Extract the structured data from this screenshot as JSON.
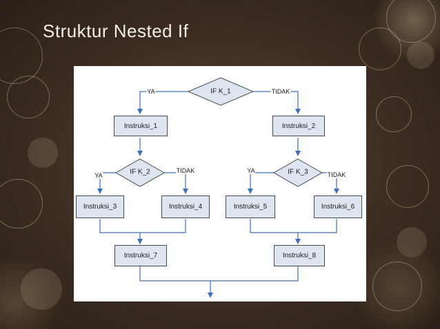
{
  "slide": {
    "title": "Struktur Nested If"
  },
  "flowchart": {
    "k1": "IF K_1",
    "k2": "IF K_2",
    "k3": "IF K_3",
    "ins1": "Instruksi_1",
    "ins2": "Instruksi_2",
    "ins3": "Instruksi_3",
    "ins4": "Instruksi_4",
    "ins5": "Instruksi_5",
    "ins6": "Instruksi_6",
    "ins7": "Instruksi_7",
    "ins8": "Instruksi_8",
    "yes": "YA",
    "no": "TIDAK"
  },
  "colors": {
    "box_fill": "#dde5f0",
    "arrow": "#3f6fb5",
    "diamond_fill": "#dde5f0"
  }
}
